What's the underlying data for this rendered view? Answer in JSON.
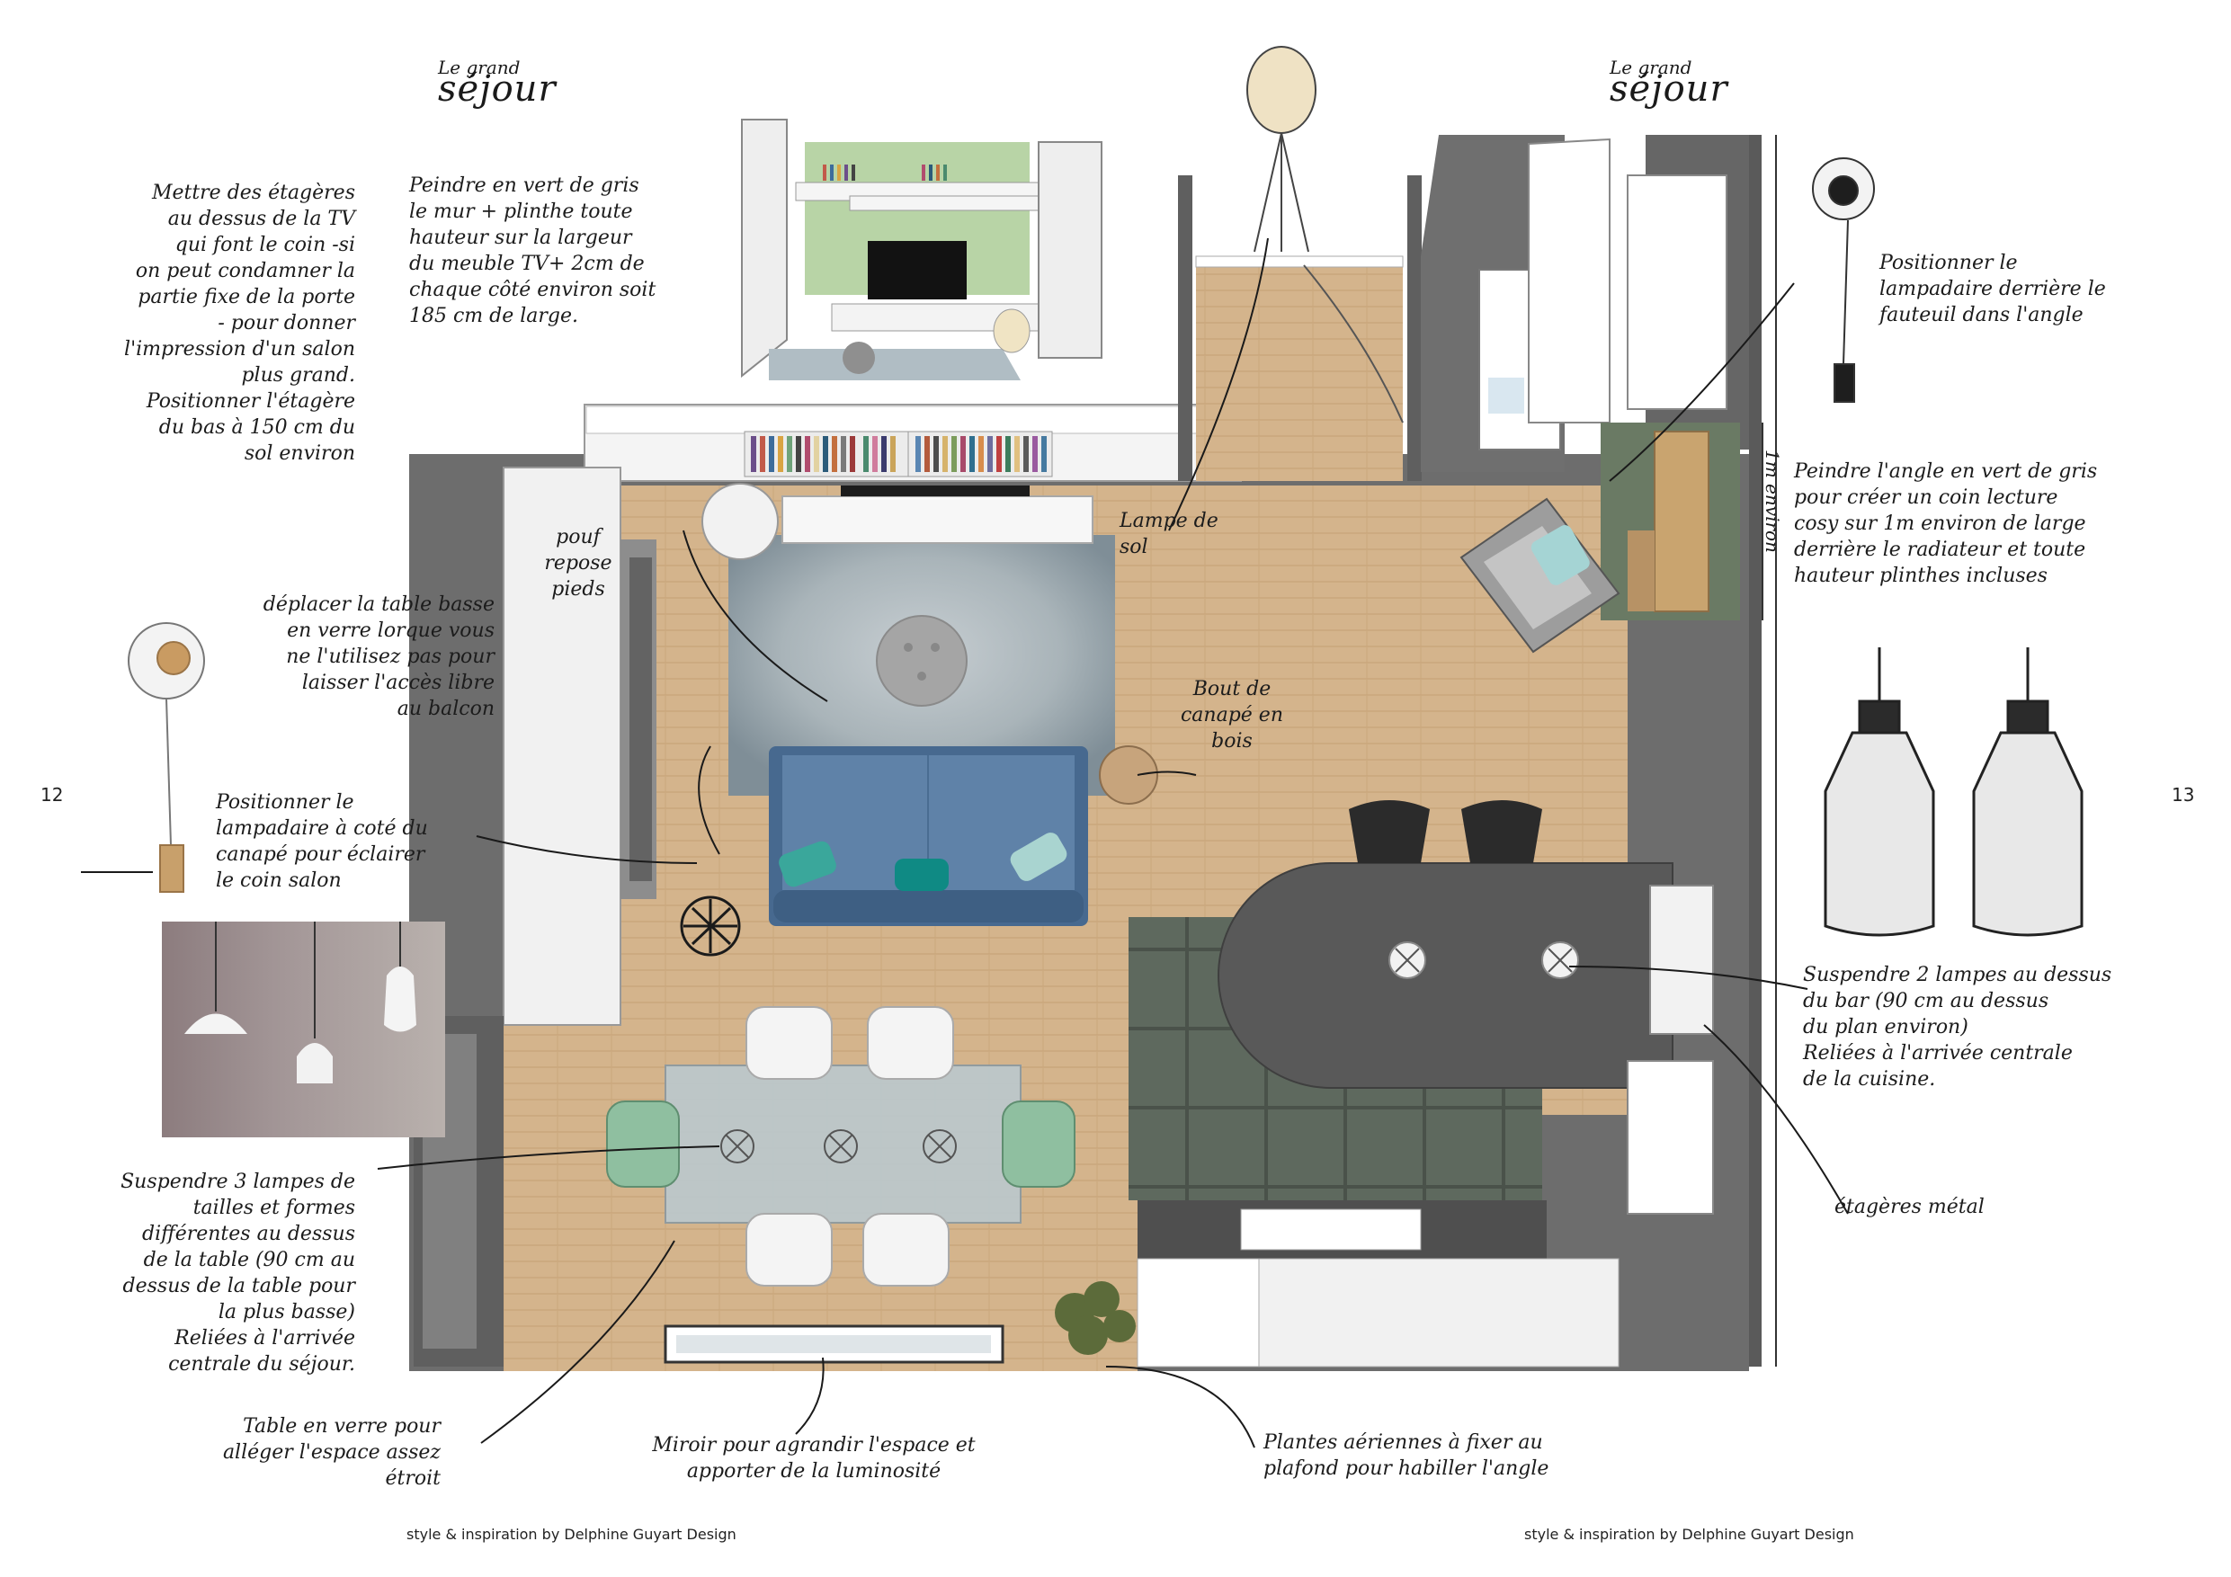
{
  "titles": {
    "left": {
      "small": "Le grand",
      "big": "séjour"
    },
    "right": {
      "small": "Le grand",
      "big": "séjour"
    }
  },
  "page_numbers": {
    "left": "12",
    "right": "13"
  },
  "credits": {
    "left": "style & inspiration by Delphine Guyart Design",
    "right": "style & inspiration by Delphine Guyart Design"
  },
  "annotations": {
    "shelves_tv": "Mettre des étagères\nau dessus de la TV\nqui font le coin -si\non peut condamner la\npartie fixe de la porte\n- pour donner\nl'impression d'un salon\nplus grand.\nPositionner l'étagère\ndu bas à 150 cm du\nsol environ",
    "paint_wall": "Peindre en vert de gris\nle mur + plinthe toute\nhauteur sur la largeur\ndu meuble TV+ 2cm de\nchaque côté environ soit\n185 cm de large.",
    "pouf": "pouf\nrepose\npieds",
    "floor_lamp": "Lampe de\nsol",
    "coffee_table": "déplacer la table basse\nen verre lorque vous\nne l'utilisez pas pour\nlaisser l'accès libre\nau balcon",
    "side_table": "Bout de\ncanapé en\nbois",
    "lamp_sofa": "Positionner le\nlampadaire à coté du\ncanapé pour éclairer\nle coin salon",
    "lamp_armchair": "Positionner le\nlampadaire derrière le\nfauteuil dans l'angle",
    "reading_corner": "Peindre l'angle en vert de gris\npour créer un coin lecture\ncosy sur 1m environ de large\nderrière le radiateur et toute\nhauteur plinthes incluses",
    "one_meter": "1m environ",
    "bar_lamps": "Suspendre 2 lampes au dessus\ndu bar (90 cm au dessus\ndu plan environ)\nReliées à l'arrivée centrale\nde la cuisine.",
    "metal_shelves": "étagères métal",
    "table_lamps": "Suspendre 3 lampes de\ntailles et formes\ndifférentes au dessus\nde la table (90 cm au\ndessus de la table pour\nla plus basse)\nReliées à l'arrivée\ncentrale du séjour.",
    "glass_table": "Table en verre pour\nalléger l'espace assez\nétroit",
    "mirror": "Miroir pour agrandir l'espace et\napporter de la luminosité",
    "plants": "Plantes aériennes à fixer au\nplafond pour habiller l'angle"
  },
  "colors": {
    "wood_floor": "#d3b38a",
    "wall_grey": "#6c6c6c",
    "sage_green": "#b9cfa8",
    "sofa_blue": "#5d7ea1",
    "cushion_teal": "#2f9e93",
    "kitchen_tile": "#5f6a60",
    "bar_top": "#5a5a5a"
  }
}
